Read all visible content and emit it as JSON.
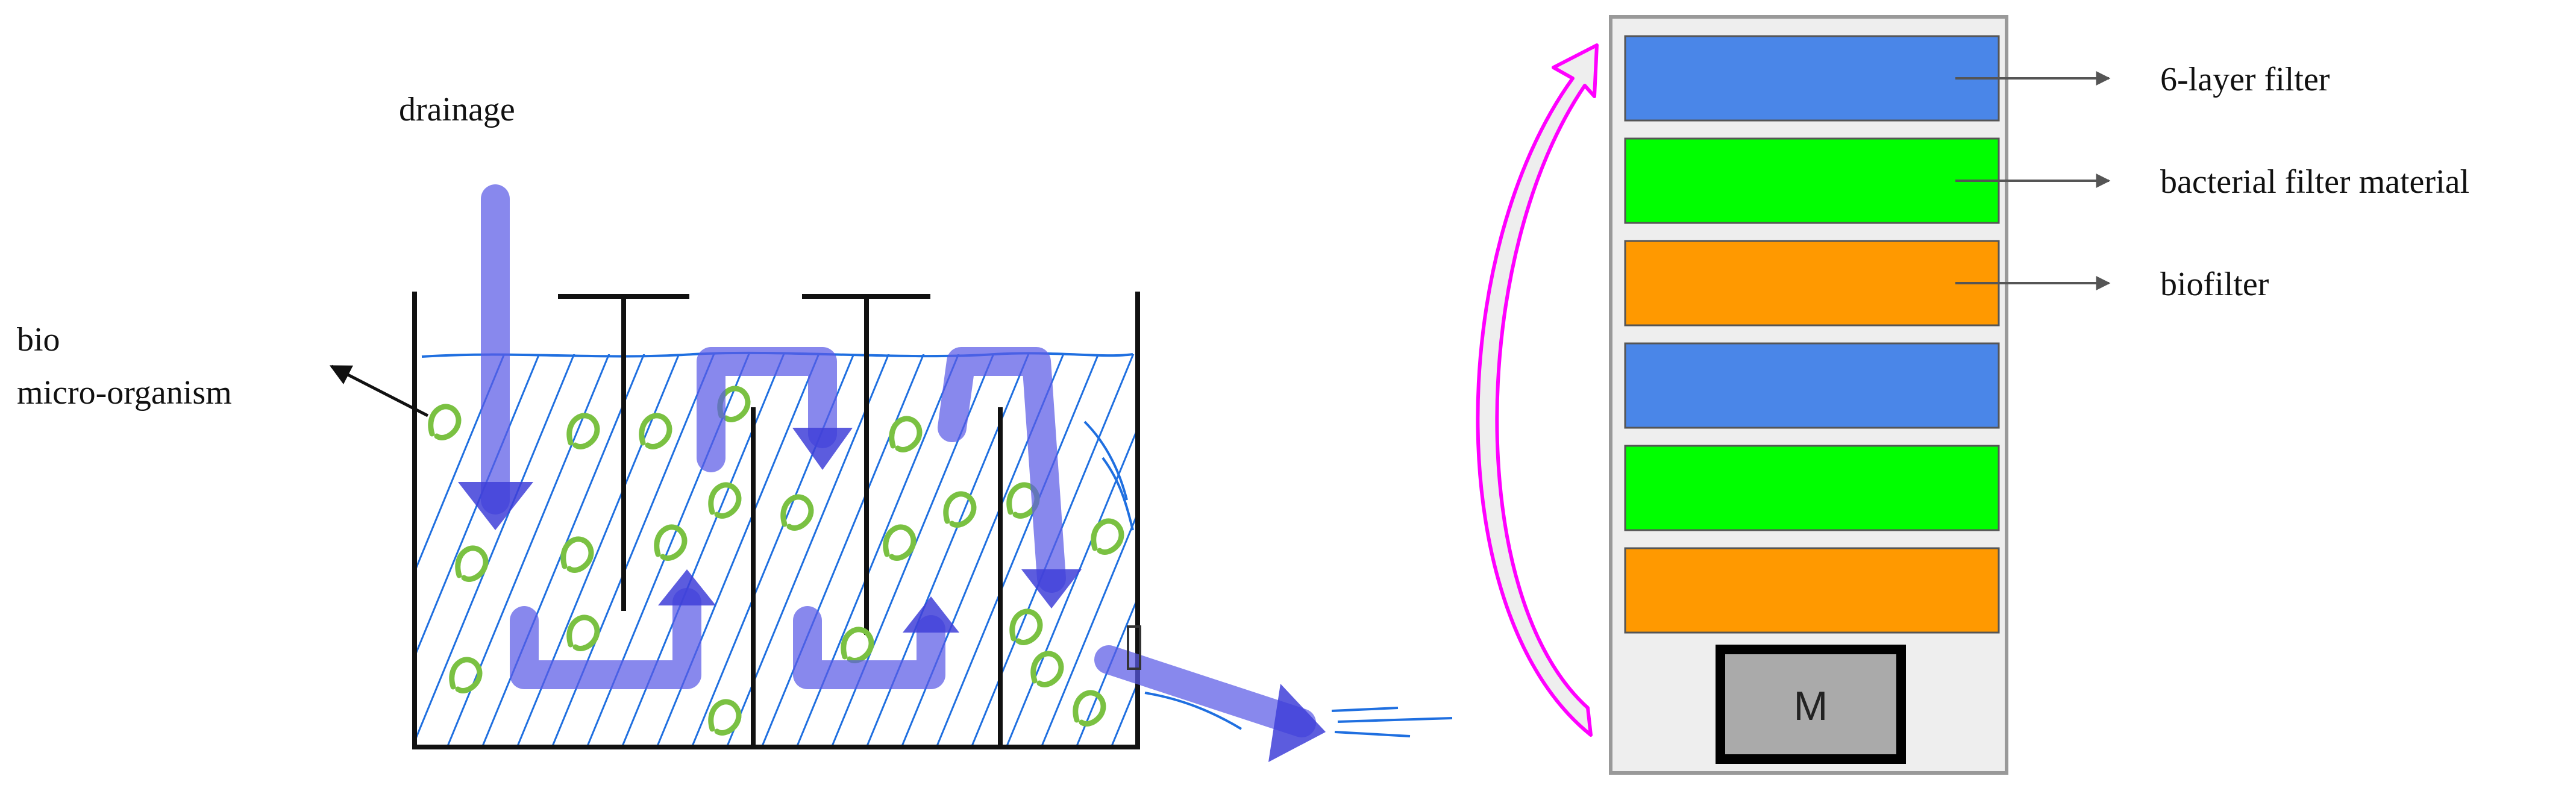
{
  "tank": {
    "inlet_label": "drainage",
    "organism_label_line1": "bio",
    "organism_label_line2": "micro-organism"
  },
  "filter_stack": {
    "layers": [
      {
        "color": "#4a86e8",
        "label": "6-layer filter"
      },
      {
        "color": "#00ff00",
        "label": "bacterial filter material"
      },
      {
        "color": "#ff9900",
        "label": "biofilter"
      },
      {
        "color": "#4a86e8",
        "label": ""
      },
      {
        "color": "#00ff00",
        "label": ""
      },
      {
        "color": "#ff9900",
        "label": ""
      }
    ],
    "motor_label": "M"
  },
  "colors": {
    "flow_arrow": "#5a5ae6",
    "water_hatch": "#1f6fe0",
    "microbe": "#7ac142",
    "circulation_arrow": "#ff00ff",
    "housing_fill": "#eeeeee"
  }
}
